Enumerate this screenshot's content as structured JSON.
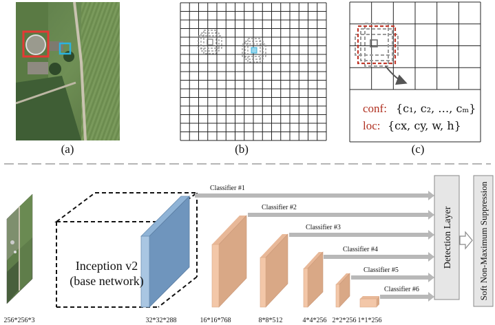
{
  "top_panels": {
    "a_label": "(a)",
    "b_label": "(b)",
    "c_label": "(c)",
    "conf_key": "conf:",
    "conf_value": "{c₁, c₂, …, cₘ}",
    "loc_key": "loc:",
    "loc_value": "{cx, cy, w, h}"
  },
  "network": {
    "input_size": "256*256*3",
    "base_title_line1": "Inception v2",
    "base_title_line2": "(base network)",
    "base_size": "32*32*288",
    "feature_sizes": [
      "16*16*768",
      "8*8*512",
      "4*4*256",
      "2*2*256",
      "1*1*256"
    ],
    "classifiers": [
      "Classifier #1",
      "Classifier #2",
      "Classifier #3",
      "Classifier #4",
      "Classifier #5",
      "Classifier #6"
    ],
    "detection_layer": "Detection Layer",
    "suppression": "Soft Non-Maximum Suppression"
  },
  "colors": {
    "base_block": "#a9c6e2",
    "feature_block": "#f3c7a8",
    "arrow": "#b8b8b8",
    "grid": "#222222",
    "highlight_red": "#c0392b",
    "highlight_cyan": "#39b0d8",
    "dashed_gray": "#888888"
  }
}
